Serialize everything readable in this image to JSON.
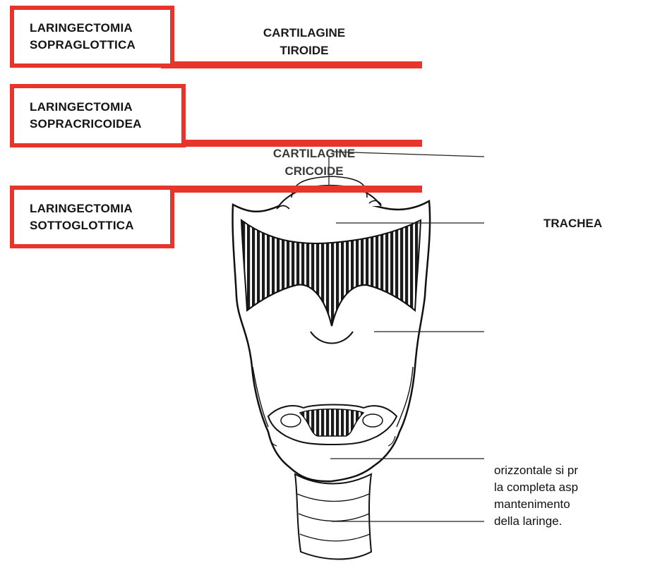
{
  "boxes": {
    "sopraglottica": {
      "line1": "LARINGECTOMIA",
      "line2": "SOPRAGLOTTICA"
    },
    "sopracricoidea": {
      "line1": "LARINGECTOMIA",
      "line2": "SOPRACRICOIDEA"
    },
    "sottoglottica": {
      "line1": "LARINGECTOMIA",
      "line2": "SOTTOGLOTTICA"
    }
  },
  "labels": {
    "tiroide": {
      "line1": "CARTILAGINE",
      "line2": "TIROIDE"
    },
    "cricoide": {
      "line1": "CARTILAGINE",
      "line2": "CRICOIDE"
    },
    "trachea": "TRACHEA"
  },
  "text_fragment": {
    "line1": "orizzontale si pr",
    "line2": "la completa asp",
    "line3": "mantenimento",
    "line4": "della laringe."
  },
  "colors": {
    "accent_red": "#e8352b",
    "ink": "#1a1a1a"
  }
}
